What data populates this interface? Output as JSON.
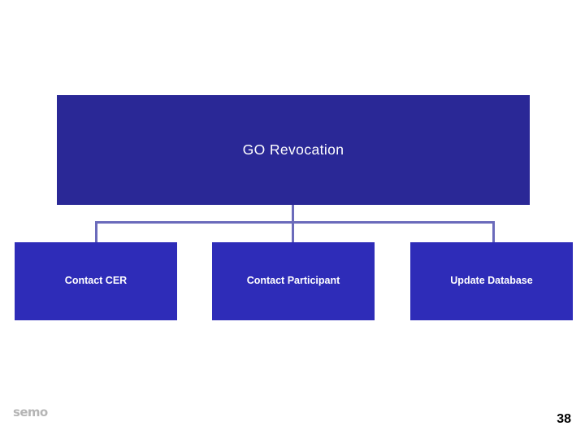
{
  "slide": {
    "background_color": "#ffffff",
    "page_number": "38"
  },
  "diagram": {
    "type": "org-chart",
    "parent": {
      "label": "GO Revocation",
      "fill_color": "#2a2896",
      "text_color": "#ffffff"
    },
    "connector": {
      "color": "#6b6bbb"
    },
    "children": [
      {
        "label": "Contact CER",
        "fill_color": "#2e2cb8",
        "text_color": "#ffffff"
      },
      {
        "label": "Contact Participant",
        "fill_color": "#2e2cb8",
        "text_color": "#ffffff"
      },
      {
        "label": "Update Database",
        "fill_color": "#2e2cb8",
        "text_color": "#ffffff"
      }
    ]
  },
  "logo": {
    "wordmark": "semo",
    "subtext": "",
    "color": "#7a7a7a"
  }
}
